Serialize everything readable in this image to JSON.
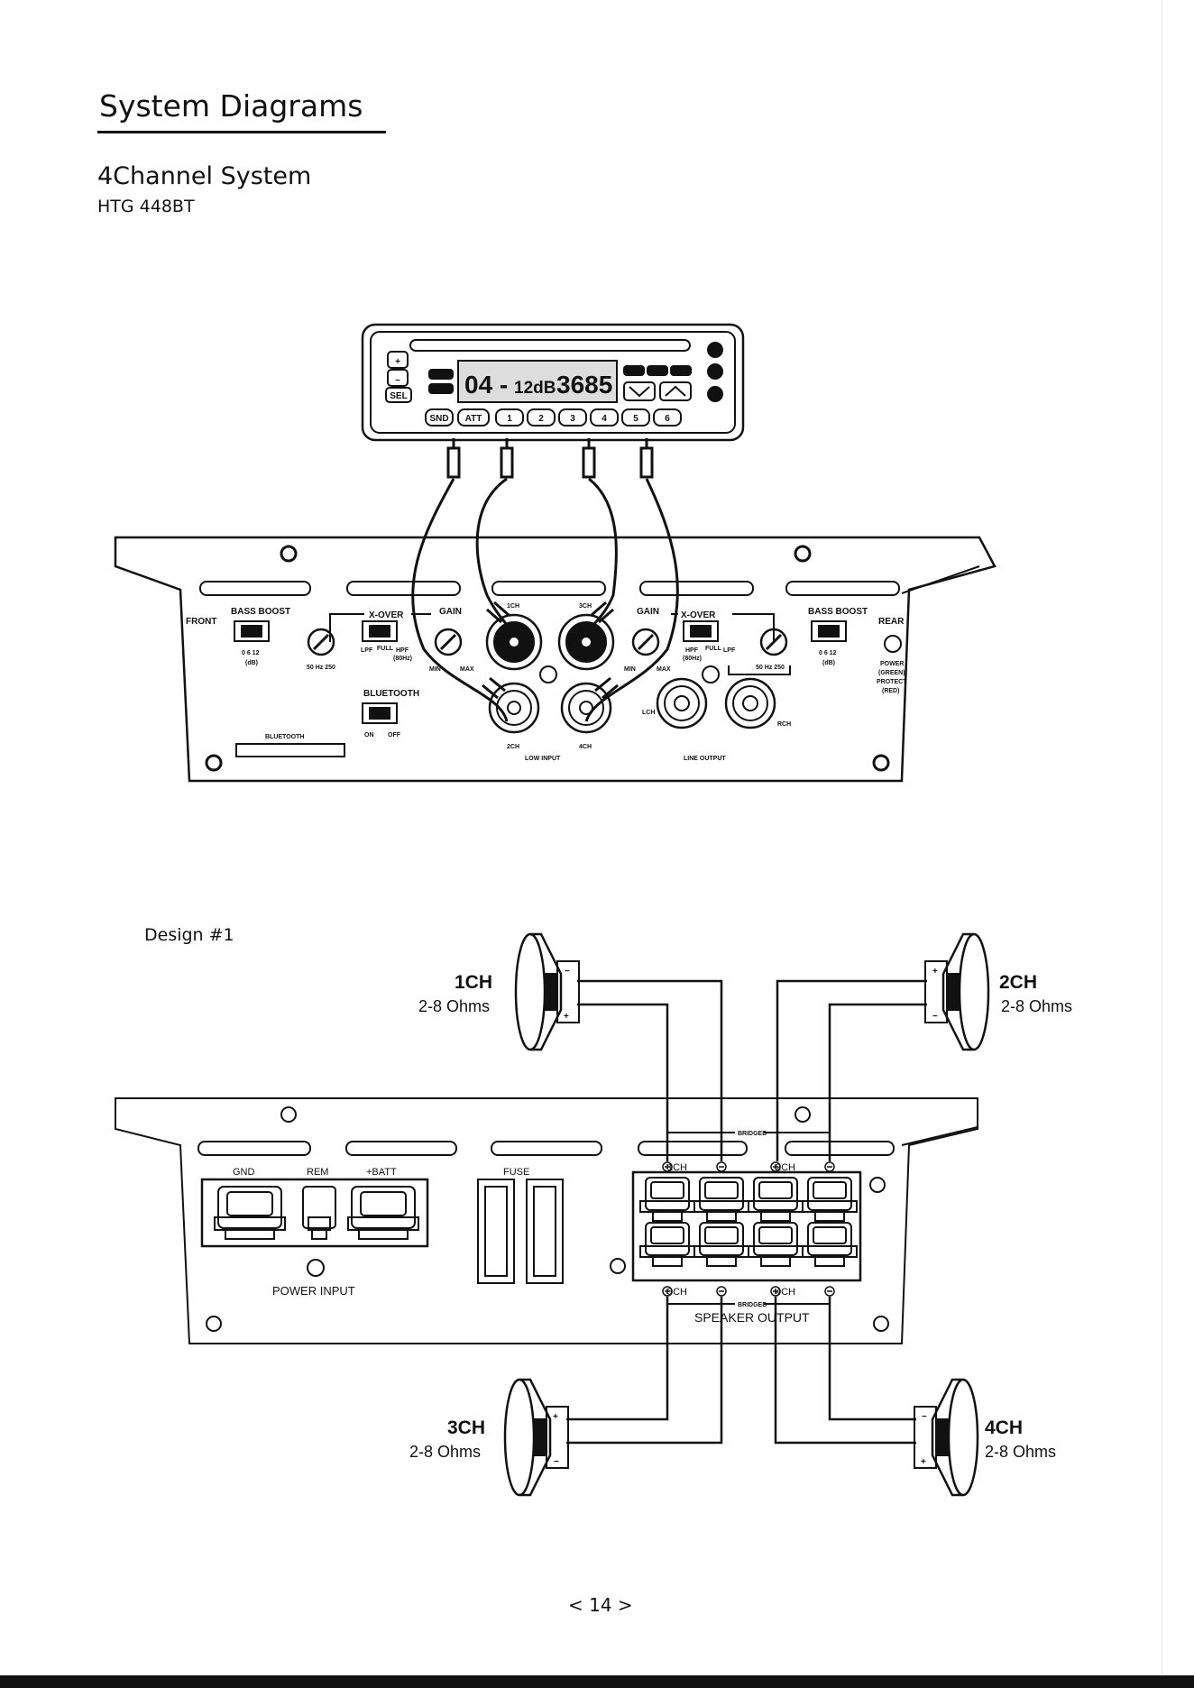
{
  "page": {
    "heading": "System Diagrams",
    "subheading": "4Channel System",
    "model": "HTG 448BT",
    "design_label": "Design #1",
    "page_number": "< 14 >"
  },
  "head_unit": {
    "display": {
      "track": "04 -",
      "level": "12dB",
      "freq": "3685"
    },
    "buttons": {
      "plus": "+",
      "minus": "–",
      "sel": "SEL",
      "snd": "SND",
      "att": "ATT",
      "presets": [
        "1",
        "2",
        "3",
        "4",
        "5",
        "6"
      ]
    }
  },
  "amp_panel": {
    "front": "FRONT",
    "rear": "REAR",
    "bass_boost": "BASS BOOST",
    "bass_boost_scale": "0  6  12",
    "db": "(dB)",
    "xover": "X-OVER",
    "lpf": "LPF",
    "full": "FULL",
    "hpf": "HPF",
    "hpf_freq": "(80Hz)",
    "hz_scale": "50  Hz  250",
    "gain": "GAIN",
    "min": "MIN",
    "max": "MAX",
    "bluetooth": "BLUETOOTH",
    "on": "ON",
    "off": "OFF",
    "ch1": "1CH",
    "ch2": "2CH",
    "ch3": "3CH",
    "ch4": "4CH",
    "low_input": "LOW INPUT",
    "line_output": "LINE OUTPUT",
    "lch": "LCH",
    "rch": "RCH",
    "power": "POWER",
    "green": "(GREEN)",
    "protect": "PROTECT",
    "red": "(RED)"
  },
  "amp_terminals": {
    "gnd": "GND",
    "rem": "REM",
    "batt": "+BATT",
    "power_input": "POWER INPUT",
    "fuse": "FUSE",
    "bridged": "BRIDGED",
    "speaker_output": "SPEAKER OUTPUT",
    "ch1": "1CH",
    "ch2": "2CH",
    "ch3": "3CH",
    "ch4": "4CH"
  },
  "speakers": [
    {
      "name": "1CH",
      "impedance": "2-8 Ohms"
    },
    {
      "name": "2CH",
      "impedance": "2-8 Ohms"
    },
    {
      "name": "3CH",
      "impedance": "2-8 Ohms"
    },
    {
      "name": "4CH",
      "impedance": "2-8 Ohms"
    }
  ],
  "colors": {
    "ink": "#111111",
    "paper": "#ffffff",
    "display": "#dddddd"
  }
}
